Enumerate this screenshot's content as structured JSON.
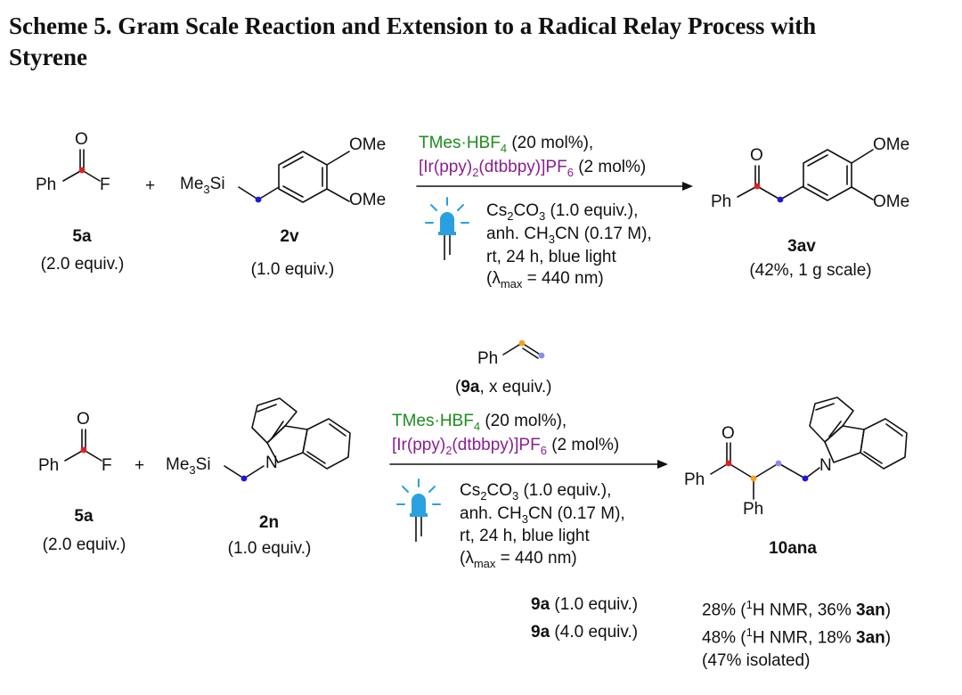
{
  "caption": {
    "line1": "Scheme 5. Gram Scale Reaction and Extension to a Radical Relay Process with",
    "line2": "Styrene"
  },
  "colors": {
    "bond": "#111111",
    "reagent_green": "#1e8c1e",
    "reagent_purple": "#8a1f8f",
    "dot_red": "#e02020",
    "dot_blue": "#1a1ad8",
    "dot_orange": "#f5a020",
    "dot_lavender": "#8a8af0",
    "led_blue": "#2aa0e0"
  },
  "icons": [
    "blue-light-led-icon"
  ],
  "reaction1": {
    "sm1": {
      "o": "O",
      "ph": "Ph",
      "f": "F",
      "id": "5a",
      "equiv": "(2.0 equiv.)"
    },
    "plus": "+",
    "sm2": {
      "me3si": "Me3Si",
      "ome1": "OMe",
      "ome2": "OMe",
      "id": "2v",
      "equiv": "(1.0 equiv.)"
    },
    "above_arrow": {
      "cat1_name": "TMes·HBF",
      "cat1_sub": "4",
      "cat1_load": " (20 mol%),",
      "cat2_a": "[Ir(ppy)",
      "cat2_sub": "2",
      "cat2_b": "(dtbbpy)]PF",
      "cat2_sub2": "6",
      "cat2_load": " (2 mol%)"
    },
    "below_arrow": {
      "base_a": "Cs",
      "base_sub1": "2",
      "base_b": "CO",
      "base_sub2": "3",
      "base_c": " (1.0 equiv.),",
      "solv_a": "anh. CH",
      "solv_sub": "3",
      "solv_b": "CN (0.17 M),",
      "time": "rt, 24 h, blue light",
      "lambda_a": "(λ",
      "lambda_sub": "max",
      "lambda_b": " = 440 nm)"
    },
    "product": {
      "o": "O",
      "ph": "Ph",
      "ome1": "OMe",
      "ome2": "OMe",
      "id": "3av",
      "yield": "(42%, 1 g scale)"
    }
  },
  "reaction2": {
    "sm1": {
      "o": "O",
      "ph": "Ph",
      "f": "F",
      "id": "5a",
      "equiv": "(2.0 equiv.)"
    },
    "plus": "+",
    "sm2": {
      "me3si": "Me3Si",
      "n": "N",
      "id": "2n",
      "equiv": "(1.0 equiv.)"
    },
    "styrene": {
      "ph": "Ph",
      "id": "9a",
      "equiv": ", x equiv.)",
      "open": "("
    },
    "above_arrow": {
      "cat1_name": "TMes·HBF",
      "cat1_sub": "4",
      "cat1_load": " (20 mol%),",
      "cat2_a": "[Ir(ppy)",
      "cat2_sub": "2",
      "cat2_b": "(dtbbpy)]PF",
      "cat2_sub2": "6",
      "cat2_load": " (2 mol%)"
    },
    "below_arrow": {
      "base_a": "Cs",
      "base_sub1": "2",
      "base_b": "CO",
      "base_sub2": "3",
      "base_c": " (1.0 equiv.),",
      "solv_a": "anh. CH",
      "solv_sub": "3",
      "solv_b": "CN (0.17 M),",
      "time": "rt, 24 h, blue light",
      "lambda_a": "(λ",
      "lambda_sub": "max",
      "lambda_b": " = 440 nm)"
    },
    "product": {
      "o": "O",
      "ph": "Ph",
      "ph2": "Ph",
      "n": "N",
      "id": "10ana"
    },
    "results": [
      {
        "cond_id": "9a",
        "cond": " (1.0 equiv.)",
        "yield_a": "28% (",
        "sup": "1",
        "yield_b": "H NMR, 36% ",
        "side": "3an",
        "close": ")"
      },
      {
        "cond_id": "9a",
        "cond": " (4.0 equiv.)",
        "yield_a": "48% (",
        "sup": "1",
        "yield_b": "H NMR, 18% ",
        "side": "3an",
        "close": ")"
      }
    ],
    "isolated": "(47% isolated)"
  }
}
